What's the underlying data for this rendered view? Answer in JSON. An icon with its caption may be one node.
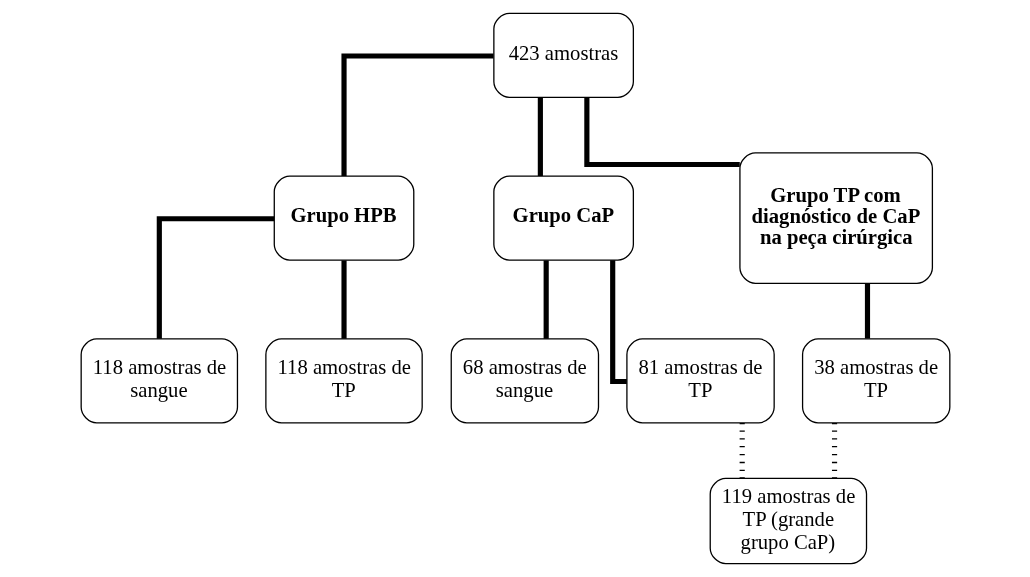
{
  "diagram": {
    "nodes": [
      {
        "text": [
          "423 amostras"
        ]
      },
      {
        "text": [
          "Grupo HPB"
        ]
      },
      {
        "text": [
          "Grupo CaP"
        ]
      },
      {
        "text": [
          "Grupo TP com diagnóstico de CaP na peça cirúrgica"
        ]
      },
      {
        "text": [
          "118 amostras de sangue"
        ]
      },
      {
        "text": [
          "118 amostras de TP"
        ]
      },
      {
        "text": [
          "68 amostras de sangue"
        ]
      },
      {
        "text": [
          "81 amostras de TP"
        ]
      },
      {
        "text": [
          "38 amostras de TP"
        ]
      },
      {
        "text": [
          "119 amostras de TP (grande grupo CaP)"
        ]
      }
    ],
    "edges": [
      {
        "from": 0,
        "to": 1,
        "arrow": "none"
      },
      {
        "from": 0,
        "to": 2,
        "arrow": "none"
      },
      {
        "from": 0,
        "to": 3,
        "arrow": "none"
      },
      {
        "from": 1,
        "to": 4,
        "arrow": "none"
      },
      {
        "from": 1,
        "to": 5,
        "arrow": "none"
      },
      {
        "from": 2,
        "to": 6,
        "arrow": "none"
      },
      {
        "from": 2,
        "to": 7,
        "arrow": "none"
      },
      {
        "from": 3,
        "to": 8,
        "arrow": "none"
      },
      {
        "from": 7,
        "to": 9,
        "arrow": "none",
        "style": "dashed"
      },
      {
        "from": 8,
        "to": 9,
        "arrow": "none",
        "style": "dashed"
      }
    ]
  }
}
